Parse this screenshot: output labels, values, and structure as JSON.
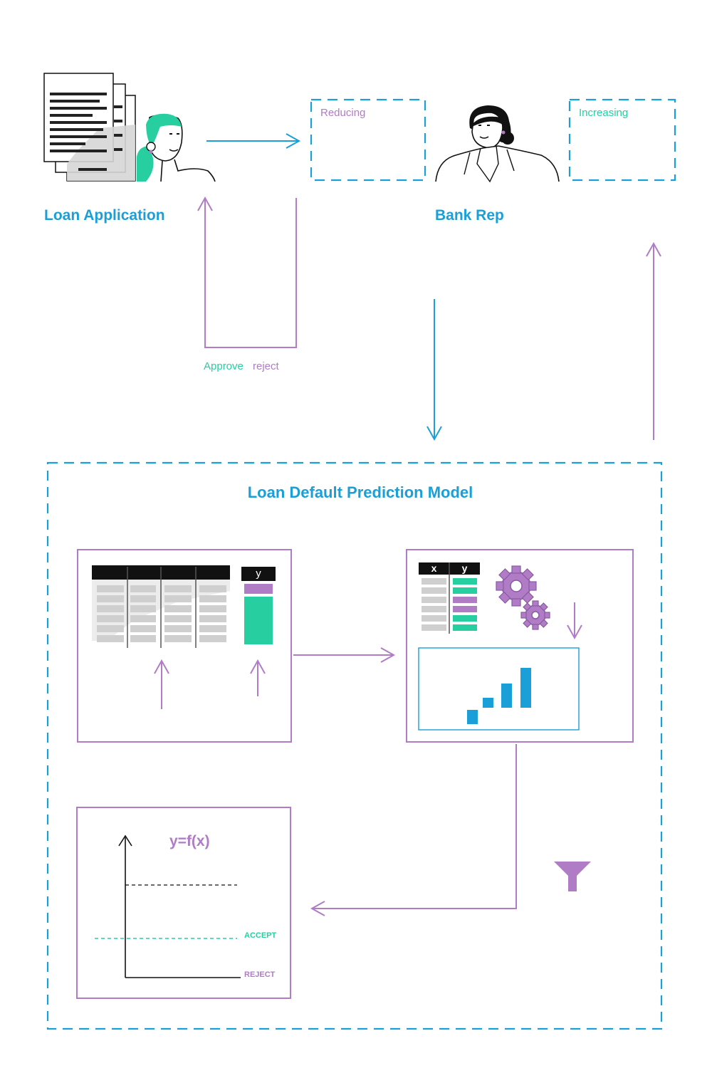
{
  "colors": {
    "blue": "#1a9fd8",
    "purple": "#b07cc6",
    "green": "#27cfa0",
    "black": "#111111",
    "grey": "#cfcfcf"
  },
  "top": {
    "loan_application": "Loan Application",
    "bank_rep": "Bank Rep",
    "reducing": "Reducing",
    "increasing": "Increasing",
    "approve": "Approve",
    "reject": "reject"
  },
  "model": {
    "title": "Loan Default Prediction Model",
    "y_header": "y",
    "x_col": "x",
    "y_col": "y",
    "formula": "y=f(x)",
    "accept": "ACCEPT",
    "reject": "REJECT"
  },
  "icons": {
    "documents": "document-stack-icon",
    "applicant": "applicant-person-icon",
    "bank_rep": "bank-rep-person-icon",
    "gears": "gears-icon",
    "bar_chart": "bar-chart-icon",
    "funnel": "funnel-icon"
  }
}
